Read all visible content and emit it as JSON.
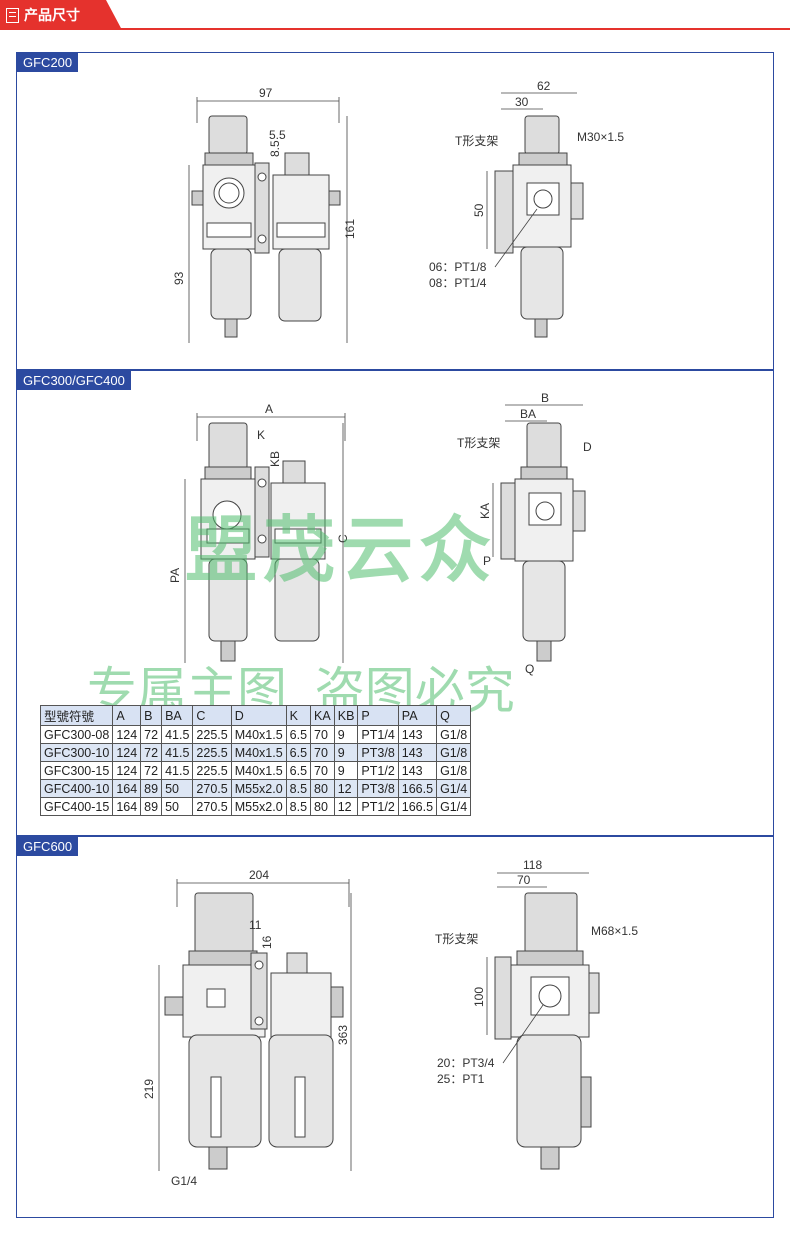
{
  "header": {
    "title": "产品尺寸"
  },
  "panels": {
    "gfc200": {
      "label": "GFC200",
      "front": {
        "width": "97",
        "k": "5.5",
        "kb": "8.5",
        "height": "161",
        "pa": "93"
      },
      "side": {
        "b": "62",
        "ba": "30",
        "thread": "M30×1.5",
        "bracket": "T形支架",
        "ka": "50",
        "port1": "06：PT1/8",
        "port2": "08：PT1/4"
      }
    },
    "gfc300": {
      "label": "GFC300/GFC400",
      "front": {
        "width": "A",
        "k": "K",
        "kb": "KB",
        "height": "C",
        "pa": "PA"
      },
      "side": {
        "b": "B",
        "ba": "BA",
        "thread": "D",
        "bracket": "T形支架",
        "ka": "KA",
        "port": "P",
        "drain": "Q"
      }
    },
    "gfc600": {
      "label": "GFC600",
      "front": {
        "width": "204",
        "k": "11",
        "kb": "16",
        "height": "363",
        "pa": "219",
        "drain": "G1/4"
      },
      "side": {
        "b": "118",
        "ba": "70",
        "thread": "M68×1.5",
        "bracket": "T形支架",
        "ka": "100",
        "port1": "20：PT3/4",
        "port2": "25：PT1"
      }
    }
  },
  "table": {
    "headers": [
      "型號符號",
      "A",
      "B",
      "BA",
      "C",
      "D",
      "K",
      "KA",
      "KB",
      "P",
      "PA",
      "Q"
    ],
    "rows": [
      [
        "GFC300-08",
        "124",
        "72",
        "41.5",
        "225.5",
        "M40x1.5",
        "6.5",
        "70",
        "9",
        "PT1/4",
        "143",
        "G1/8"
      ],
      [
        "GFC300-10",
        "124",
        "72",
        "41.5",
        "225.5",
        "M40x1.5",
        "6.5",
        "70",
        "9",
        "PT3/8",
        "143",
        "G1/8"
      ],
      [
        "GFC300-15",
        "124",
        "72",
        "41.5",
        "225.5",
        "M40x1.5",
        "6.5",
        "70",
        "9",
        "PT1/2",
        "143",
        "G1/8"
      ],
      [
        "GFC400-10",
        "164",
        "89",
        "50",
        "270.5",
        "M55x2.0",
        "8.5",
        "80",
        "12",
        "PT3/8",
        "166.5",
        "G1/4"
      ],
      [
        "GFC400-15",
        "164",
        "89",
        "50",
        "270.5",
        "M55x2.0",
        "8.5",
        "80",
        "12",
        "PT1/2",
        "166.5",
        "G1/4"
      ]
    ]
  },
  "watermark": {
    "line1": "盟茂云众",
    "line2": "专属主图  盗图必究"
  },
  "colors": {
    "accent": "#e5322d",
    "panel_border": "#2c4aa0",
    "table_header": "#d8e2f3",
    "watermark": "#50be6e"
  }
}
